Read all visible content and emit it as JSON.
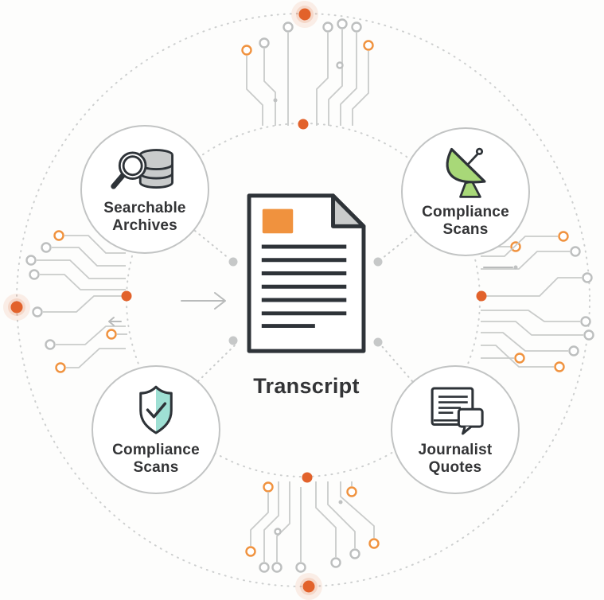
{
  "center_node": {
    "label": "Transcript",
    "icon": "transcript-document-icon"
  },
  "nodes": [
    {
      "position": "top-left",
      "label": "Searchable Archives",
      "icon": "search-archives-icon"
    },
    {
      "position": "top-right",
      "label": "Compliance Scans",
      "icon": "satellite-dish-icon"
    },
    {
      "position": "bottom-left",
      "label": "Compliance Scans",
      "icon": "shield-check-icon"
    },
    {
      "position": "bottom-right",
      "label": "Journalist Quotes",
      "icon": "journalist-quotes-icon"
    }
  ],
  "colors": {
    "accent_orange": "#F0923E",
    "deep_orange": "#E2622B",
    "green": "#A8D878",
    "teal": "#9FE0D4",
    "line_gray": "#C9CBCA",
    "ink": "#2E3338",
    "text": "#333436",
    "circle_border": "#C2C4C4"
  }
}
